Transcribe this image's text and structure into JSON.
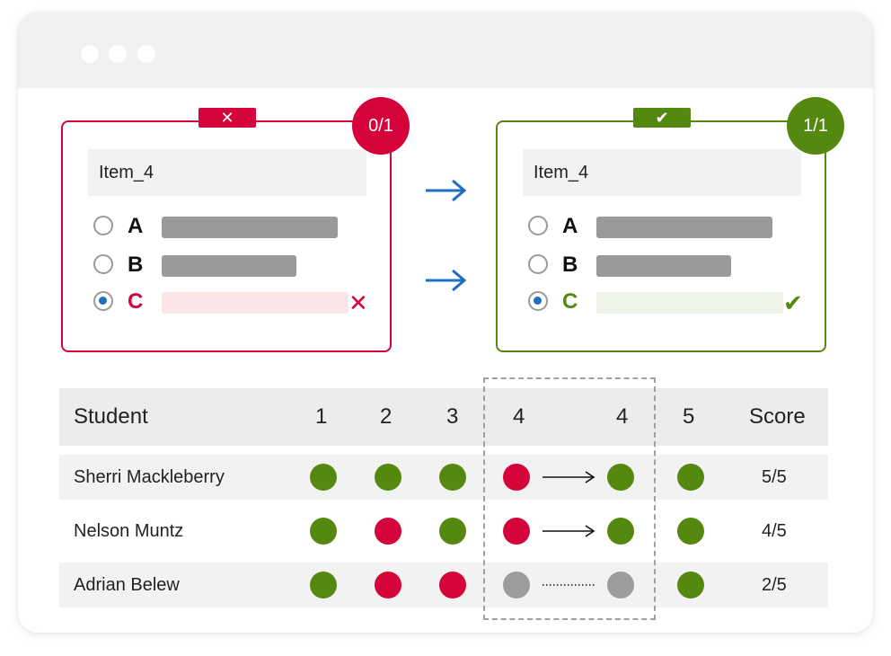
{
  "before_card": {
    "tag_icon": "close-icon",
    "tag_glyph": "✕",
    "score": "0/1",
    "item": "Item_4",
    "options": [
      {
        "letter": "A",
        "selected": false
      },
      {
        "letter": "B",
        "selected": false
      },
      {
        "letter": "C",
        "selected": true,
        "status": "incorrect",
        "mark": "✕"
      }
    ],
    "accent": "#d4033a"
  },
  "after_card": {
    "tag_icon": "check-icon",
    "tag_glyph": "✔",
    "score": "1/1",
    "item": "Item_4",
    "options": [
      {
        "letter": "A",
        "selected": false
      },
      {
        "letter": "B",
        "selected": false
      },
      {
        "letter": "C",
        "selected": true,
        "status": "correct",
        "mark": "✔"
      }
    ],
    "accent": "#54880f"
  },
  "arrows": [
    "right-arrow-icon",
    "right-arrow-icon"
  ],
  "table": {
    "headers": [
      "Student",
      "1",
      "2",
      "3",
      "4",
      "4",
      "5",
      "Score"
    ],
    "rows": [
      {
        "name": "Sherri Mackleberry",
        "results": [
          "correct",
          "correct",
          "correct",
          "incorrect",
          "correct",
          "correct"
        ],
        "transition": "changed",
        "score": "5/5"
      },
      {
        "name": "Nelson Muntz",
        "results": [
          "correct",
          "incorrect",
          "correct",
          "incorrect",
          "correct",
          "correct"
        ],
        "transition": "changed",
        "score": "4/5"
      },
      {
        "name": "Adrian Belew",
        "results": [
          "correct",
          "incorrect",
          "incorrect",
          "unanswered",
          "unanswered",
          "correct"
        ],
        "transition": "unchanged",
        "score": "2/5"
      }
    ]
  },
  "colors": {
    "correct": "#54880f",
    "incorrect": "#d4033a",
    "unanswered": "#9c9c9c",
    "arrow": "#1f6fbf"
  }
}
